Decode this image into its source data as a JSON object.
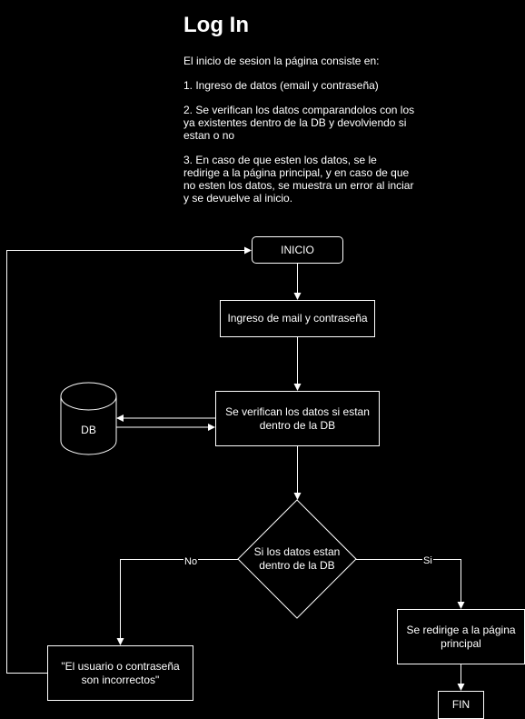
{
  "header": {
    "title": "Log In",
    "intro": "El inicio de sesion la página consiste en:",
    "steps": [
      "1. Ingreso de datos (email y contraseña)",
      "2. Se verifican los datos comparandolos con los ya existentes dentro de la DB y devolviendo si estan o no",
      "3. En caso de que esten los datos, se le redirige a la página principal, y en caso de que no esten los datos, se muestra un error al inciar y se devuelve al inicio."
    ]
  },
  "flowchart": {
    "start": "INICIO",
    "input_step": "Ingreso de mail y contraseña",
    "verify_step": "Se verifican los datos si estan dentro de la DB",
    "database": "DB",
    "decision": "Si los datos estan dentro de la DB",
    "branch_no": "No",
    "branch_yes": "Si",
    "error_step": "\"El usuario o contraseña son incorrectos\"",
    "success_step": "Se redirige a la página principal",
    "end": "FIN"
  }
}
